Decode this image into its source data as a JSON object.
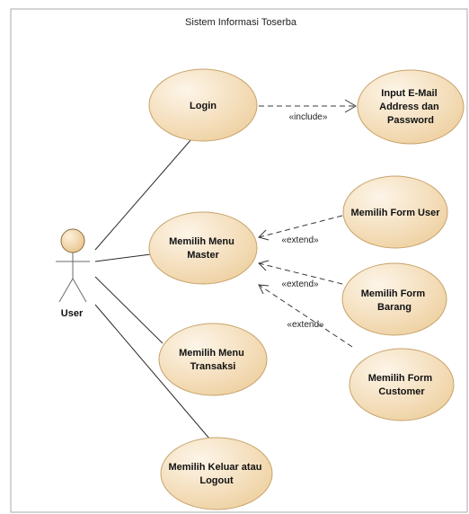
{
  "system": {
    "title": "Sistem Informasi Toserba"
  },
  "actor": {
    "label": "User"
  },
  "usecases": {
    "login": [
      "Login"
    ],
    "input_email": [
      "Input E-Mail",
      "Address dan",
      "Password"
    ],
    "menu_master": [
      "Memilih Menu",
      "Master"
    ],
    "form_user": [
      "Memilih Form User"
    ],
    "form_barang": [
      "Memilih Form",
      "Barang"
    ],
    "form_customer": [
      "Memilih Form",
      "Customer"
    ],
    "menu_transaksi": [
      "Memilih Menu",
      "Transaksi"
    ],
    "logout": [
      "Memilih Keluar atau",
      "Logout"
    ]
  },
  "relations": {
    "include": "«include»",
    "extend_user": "«extend»",
    "extend_barang": "«extend»",
    "extend_customer": "«extend»"
  },
  "colors": {
    "usecase_fill_light": "#fdf3e3",
    "usecase_fill_dark": "#efd2a4",
    "usecase_border": "#c7a36a"
  }
}
